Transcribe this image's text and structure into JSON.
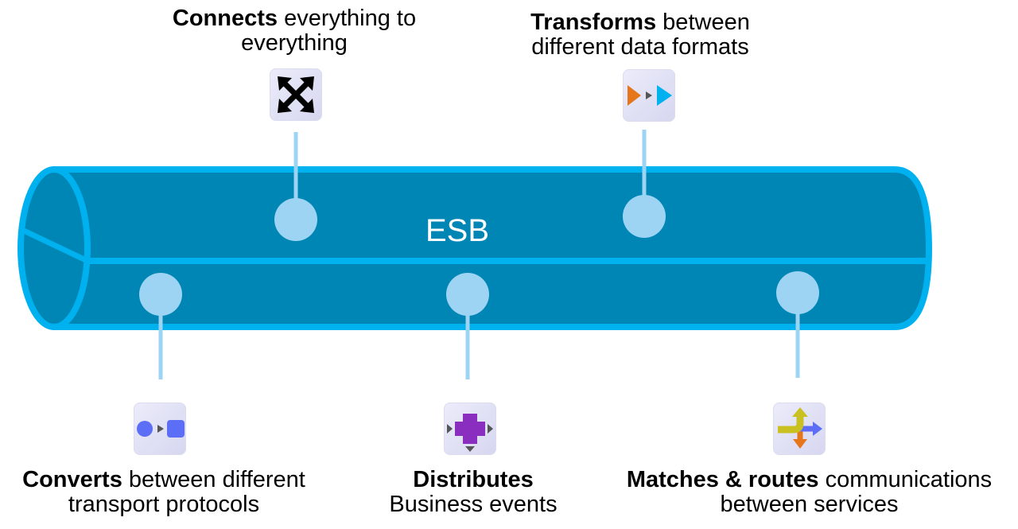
{
  "diagram": {
    "title": "ESB",
    "colors": {
      "pipe_fill": "#0086b5",
      "pipe_stroke": "#00b1ef",
      "connector": "#9dd3f3"
    },
    "features": [
      {
        "id": "connects",
        "bold": "Connects",
        "rest": " everything to",
        "line2": "everything",
        "icon": "arrows-cross-icon",
        "position": "top"
      },
      {
        "id": "transforms",
        "bold": "Transforms",
        "rest": " between",
        "line2": "different data formats",
        "icon": "transform-arrows-icon",
        "position": "top"
      },
      {
        "id": "converts",
        "bold": "Converts",
        "rest": " between different",
        "line2": "transport protocols",
        "icon": "circle-to-square-icon",
        "position": "bottom"
      },
      {
        "id": "distributes",
        "bold": "Distributes",
        "rest": "",
        "line2": "Business events",
        "icon": "distribute-cross-icon",
        "position": "bottom"
      },
      {
        "id": "matches",
        "bold": "Matches & routes",
        "rest": " communications",
        "line2": "between services",
        "icon": "routing-arrows-icon",
        "position": "bottom"
      }
    ]
  }
}
